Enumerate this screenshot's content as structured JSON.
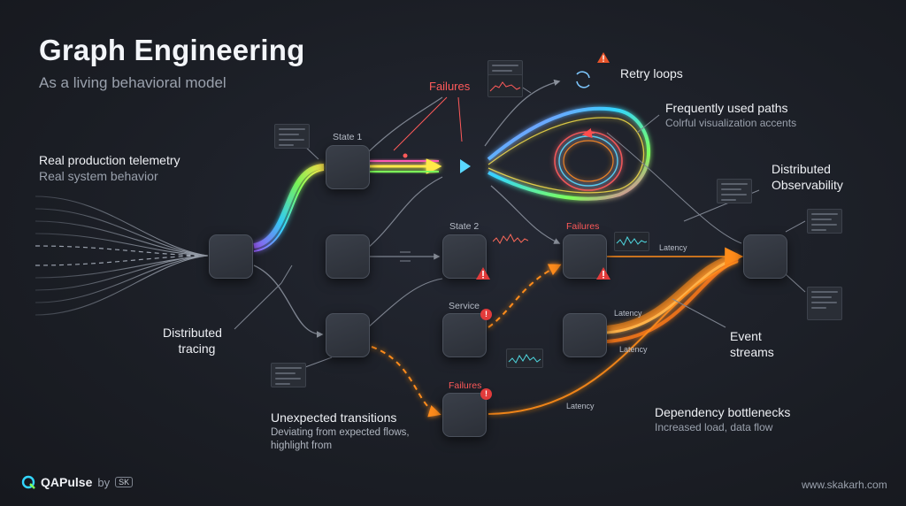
{
  "header": {
    "title": "Graph Engineering",
    "subtitle": "As a living behavioral model"
  },
  "labels": {
    "telemetry_title": "Real production telemetry",
    "telemetry_sub": "Real system behavior",
    "tracing_line1": "Distributed",
    "tracing_line2": "tracing",
    "unexpected_title": "Unexpected transitions",
    "unexpected_sub_line1": "Deviating from expected flows,",
    "unexpected_sub_line2": "highlight from",
    "retry": "Retry loops",
    "frequent_title": "Frequently used paths",
    "frequent_sub": "Colrful visualization accents",
    "observability_line1": "Distributed",
    "observability_line2": "Observability",
    "events_line1": "Event",
    "events_line2": "streams",
    "dependency_title": "Dependency bottlenecks",
    "dependency_sub": "Increased load, data flow"
  },
  "nodes": {
    "state1": "State 1",
    "state2": "State 2",
    "service": "Service",
    "failures_top": "Failures",
    "failures_mid": "Failures",
    "failures_bottom": "Failures"
  },
  "edges": {
    "latency_1": "Latency",
    "latency_2": "Latency",
    "latency_3": "Latency",
    "latency_4": "Latency"
  },
  "footer": {
    "brand": "QAPulse",
    "by": "by",
    "brand_badge": "SK",
    "website": "www.skakarh.com"
  },
  "colors": {
    "background": "#1c1f26",
    "accent_orange": "#ff8c1a",
    "failure_red": "#ff5a5a",
    "path_cyan": "#33d6ff",
    "path_green": "#7dff5a",
    "path_magenta": "#c45cff",
    "flow_gray": "#7e8490"
  }
}
